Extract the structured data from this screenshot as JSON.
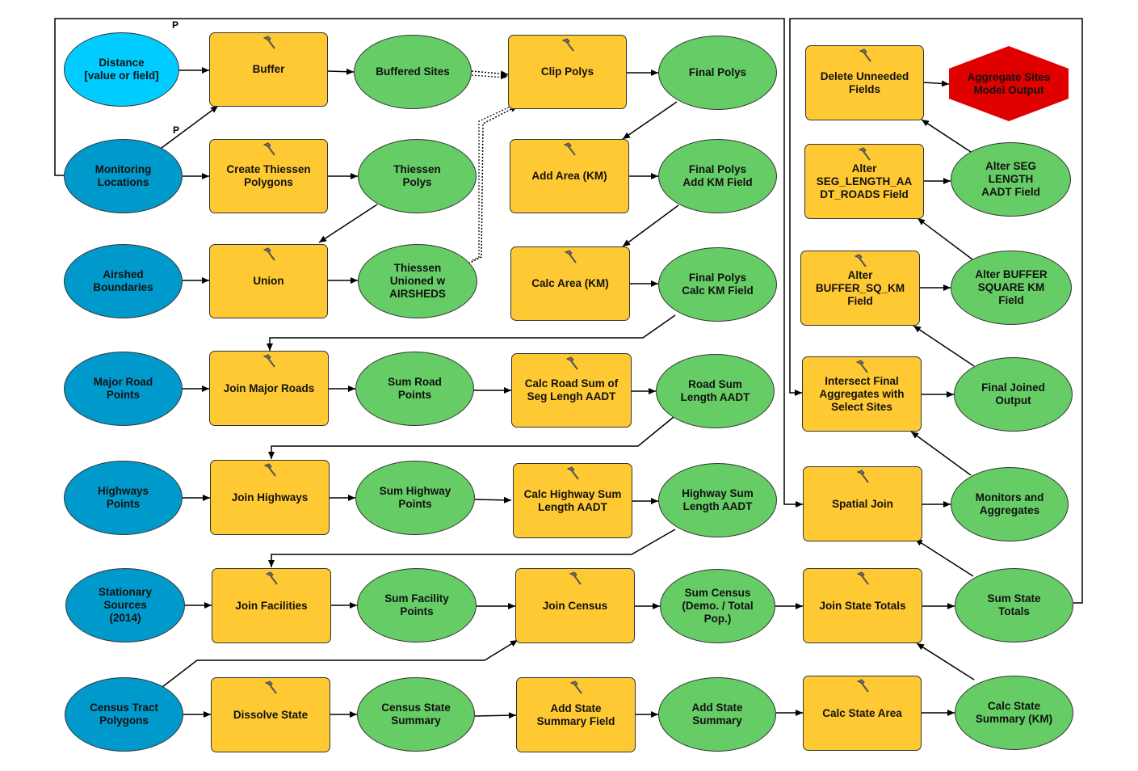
{
  "colors": {
    "tool": "#FFC933",
    "variable": "#66CC66",
    "input": "#0099CC",
    "input_param": "#00CCFF",
    "output": "#E00000",
    "connector": "#000000"
  },
  "param_labels": [
    "P",
    "P"
  ],
  "inputs": {
    "distance": "Distance\n[value or field]",
    "monitoring": "Monitoring\nLocations",
    "airshed": "Airshed\nBoundaries",
    "major_road": "Major Road\nPoints",
    "highways": "Highways\nPoints",
    "stationary": "Stationary\nSources\n(2014)",
    "census_tract": "Census Tract\nPolygons"
  },
  "tools": {
    "buffer": "Buffer",
    "thiessen": "Create Thiessen\nPolygons",
    "union": "Union",
    "clip": "Clip Polys",
    "add_area": "Add Area (KM)",
    "calc_area": "Calc Area (KM)",
    "join_major": "Join Major Roads",
    "calc_road": "Calc Road Sum of\nSeg Lengh AADT",
    "join_highways": "Join Highways",
    "calc_highway": "Calc Highway Sum\nLength AADT",
    "join_facilities": "Join Facilities",
    "join_census": "Join Census",
    "dissolve": "Dissolve State",
    "add_state": "Add State\nSummary Field",
    "join_state": "Join State Totals",
    "calc_state_area": "Calc State Area",
    "spatial_join": "Spatial Join",
    "intersect": "Intersect Final\nAggregates with\nSelect Sites",
    "alter_buffer": "Alter\nBUFFER_SQ_KM\nField",
    "alter_seg": "Alter\nSEG_LENGTH_AA\nDT_ROADS Field",
    "delete": "Delete Unneeded\nFields"
  },
  "variables": {
    "buffered": "Buffered Sites",
    "thiessen_polys": "Thiessen\nPolys",
    "thiessen_unioned": "Thiessen\nUnioned w\nAIRSHEDS",
    "final_polys": "Final Polys",
    "final_add": "Final Polys\nAdd KM Field",
    "final_calc": "Final Polys\nCalc KM Field",
    "sum_road": "Sum Road\nPoints",
    "road_sum": "Road Sum\nLength AADT",
    "sum_highway": "Sum Highway\nPoints",
    "highway_sum": "Highway Sum\nLength AADT",
    "sum_facility": "Sum Facility\nPoints",
    "sum_census": "Sum Census\n(Demo. / Total\nPop.)",
    "census_state": "Census State\nSummary",
    "add_state_summary": "Add State\nSummary",
    "calc_state_summary": "Calc State\nSummary (KM)",
    "sum_state": "Sum State\nTotals",
    "monitors": "Monitors and\nAggregates",
    "final_joined": "Final Joined\nOutput",
    "alter_buffer_sq": "Alter BUFFER\nSQUARE KM\nField",
    "alter_seg_length": "Alter SEG\nLENGTH\nAADT Field"
  },
  "output": {
    "label": "Aggregate Sites\nModel Output"
  }
}
